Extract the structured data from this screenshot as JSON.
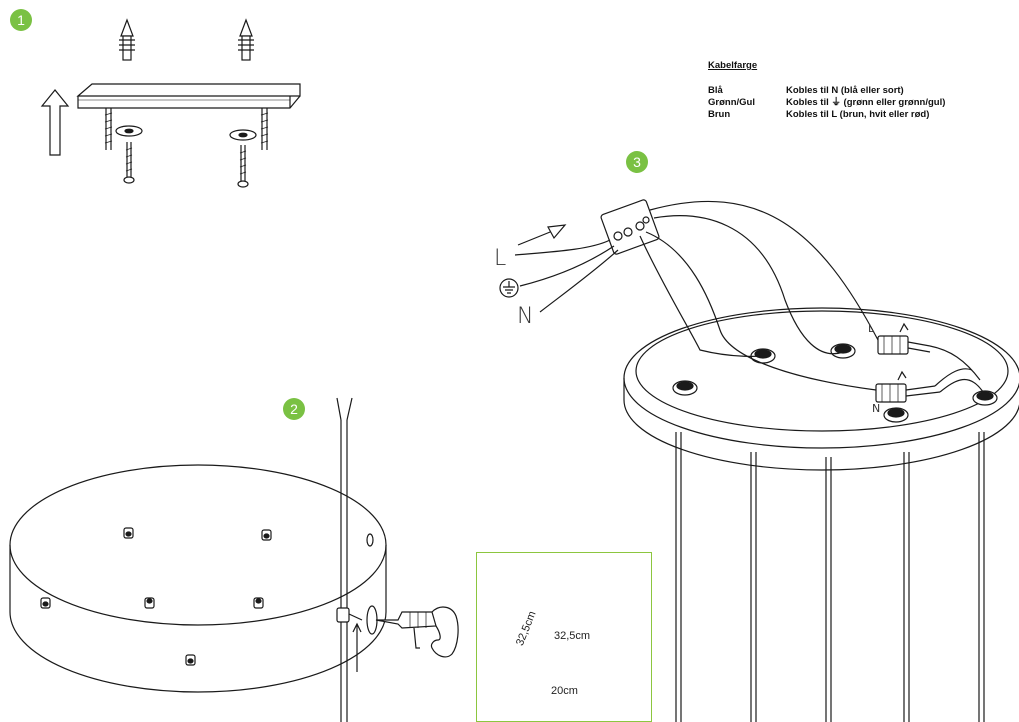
{
  "steps": [
    "1",
    "2",
    "3"
  ],
  "legend": {
    "title": "Kabelfarge",
    "rows": [
      {
        "color": "Blå",
        "text": "Kobles til  N  (blå eller sort)"
      },
      {
        "color": "Grønn/Gul",
        "text": "Kobles til ⏚  (grønn eller grønn/gul)"
      },
      {
        "color": "Brun",
        "text": "Kobles til  L  (brun, hvit eller rød)"
      }
    ]
  },
  "wire_labels": {
    "live": "L",
    "neutral": "N",
    "connector_live": "L",
    "connector_neutral": "N"
  },
  "inset": {
    "dimension_horizontal": "32,5cm",
    "dimension_diagonal": "32,5cm",
    "dimension_bottom": "20cm"
  },
  "colors": {
    "accent_green": "#7ac143",
    "line": "#1a1a1a"
  }
}
